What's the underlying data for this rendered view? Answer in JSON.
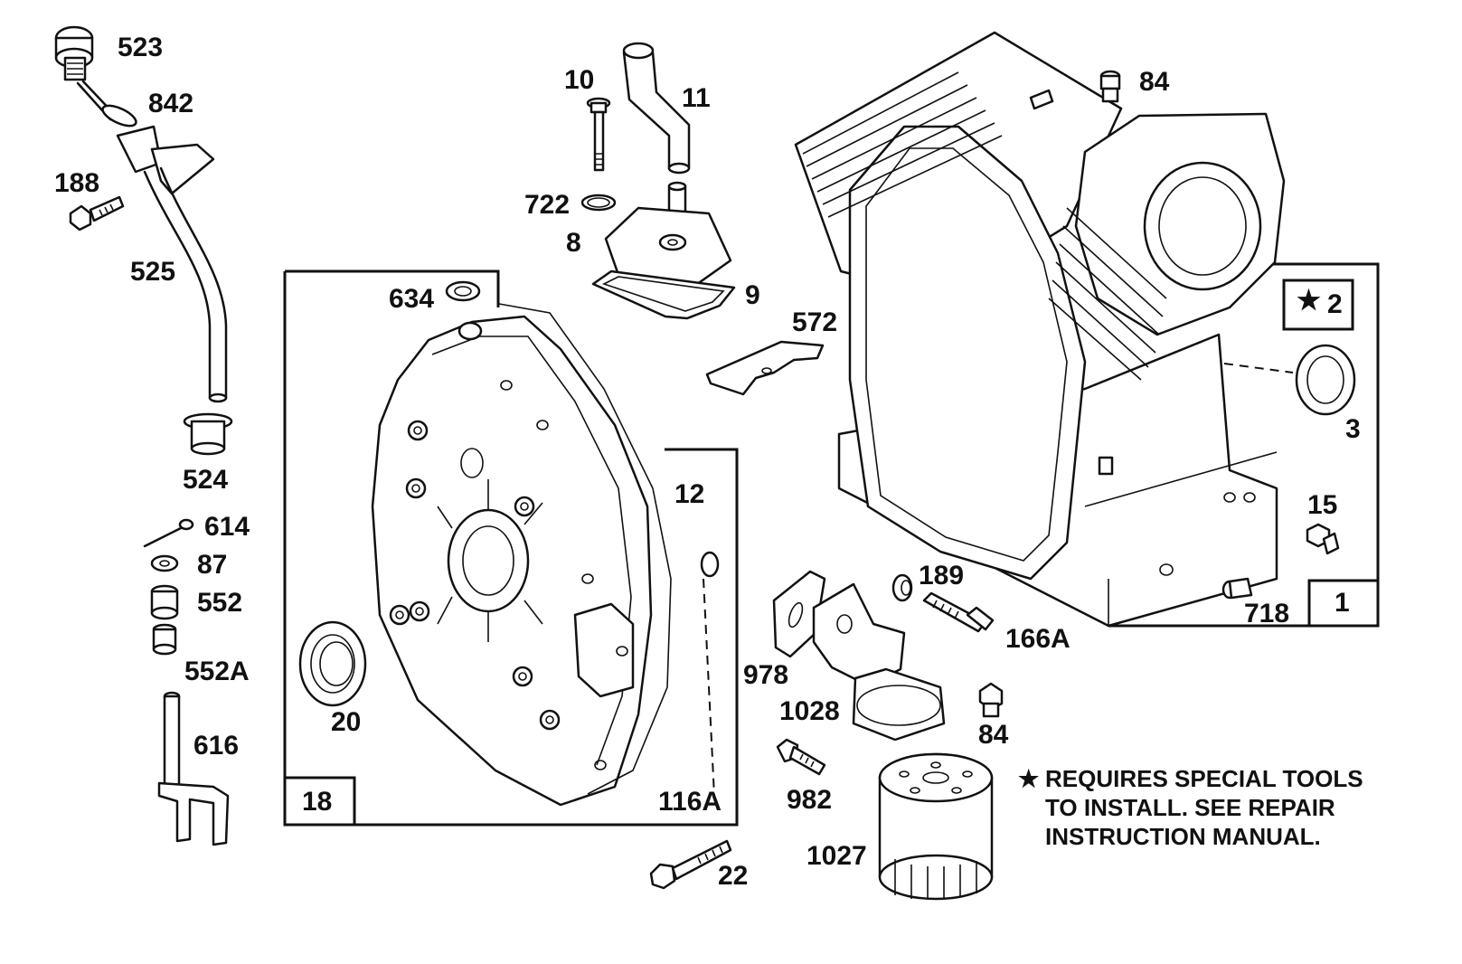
{
  "parts": {
    "p523": "523",
    "p842": "842",
    "p188": "188",
    "p525": "525",
    "p524": "524",
    "p614": "614",
    "p87": "87",
    "p552": "552",
    "p552a": "552A",
    "p616": "616",
    "p10": "10",
    "p11": "11",
    "p722": "722",
    "p8": "8",
    "p9": "9",
    "p634": "634",
    "p572": "572",
    "p12": "12",
    "p20": "20",
    "p18": "18",
    "p116a": "116A",
    "p22": "22",
    "p84a": "84",
    "p84b": "84",
    "p2": "2",
    "p3": "3",
    "p15": "15",
    "p718": "718",
    "p1": "1",
    "p189": "189",
    "p166a": "166A",
    "p978": "978",
    "p1028": "1028",
    "p982": "982",
    "p1027": "1027"
  },
  "note": {
    "star": "★",
    "line1": "REQUIRES SPECIAL TOOLS",
    "line2": "TO INSTALL.  SEE REPAIR",
    "line3": "INSTRUCTION MANUAL."
  },
  "icons": {
    "star": "star-icon"
  },
  "colors": {
    "ink": "#111111",
    "paper": "#ffffff"
  }
}
